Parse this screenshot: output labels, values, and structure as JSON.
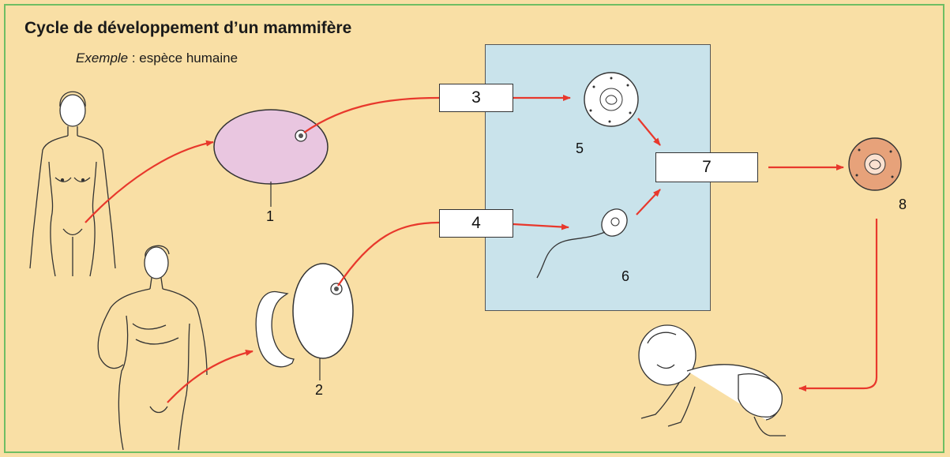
{
  "title": "Cycle de développement d’un mammifère",
  "example": {
    "label": "Exemple",
    "text": " : espèce humaine"
  },
  "boxes": {
    "b3": "3",
    "b4": "4",
    "b7": "7"
  },
  "labels": {
    "l1": "1",
    "l2": "2",
    "l5": "5",
    "l6": "6",
    "l8": "8"
  },
  "colors": {
    "background": "#f9dfa5",
    "lab_panel": "#c9e3eb",
    "arrow": "#e8382c",
    "ovary": "#e9c6e0",
    "zygote": "#e7a27a"
  }
}
